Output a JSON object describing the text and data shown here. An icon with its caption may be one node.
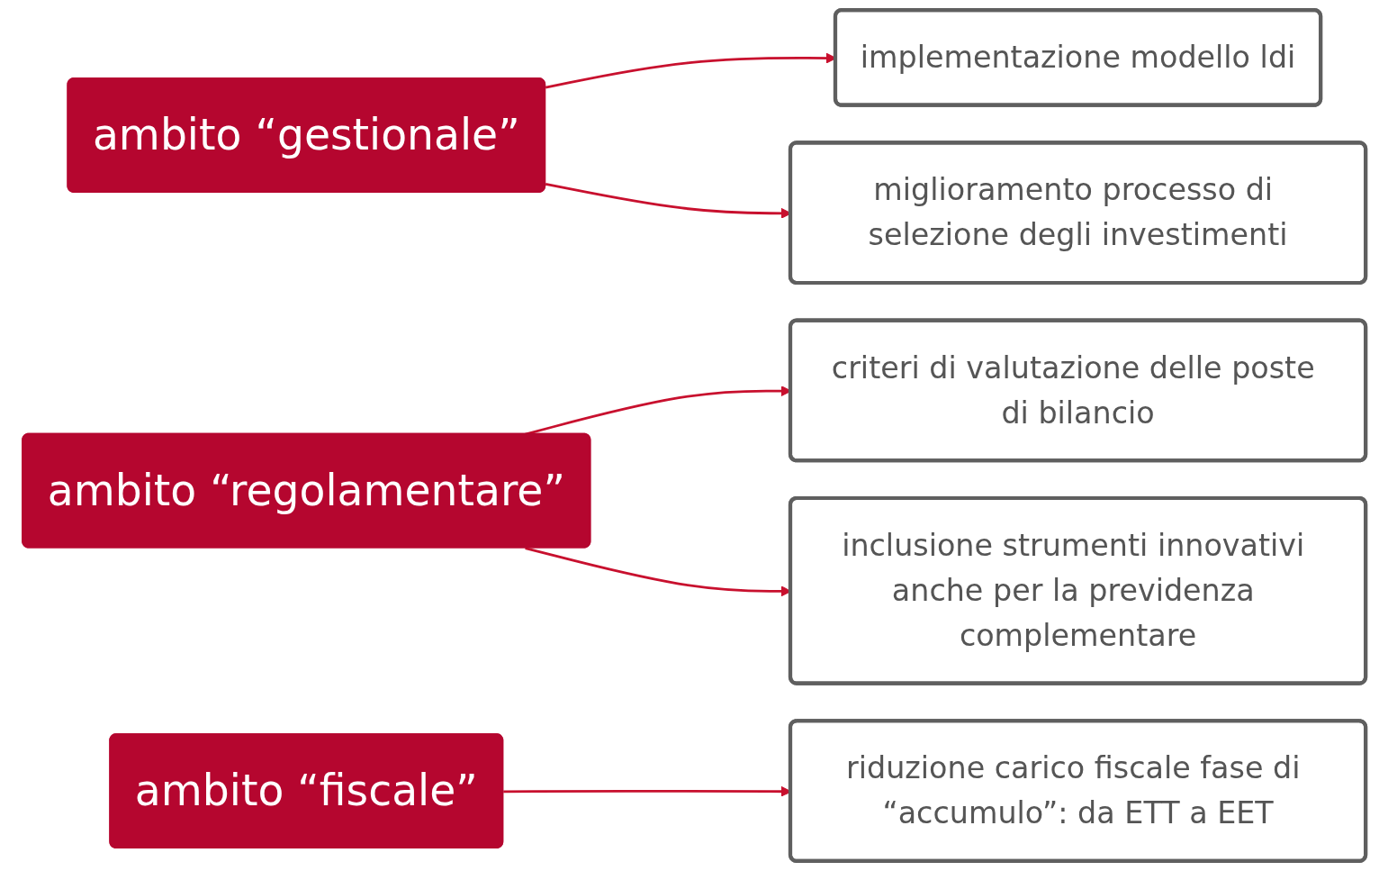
{
  "diagram": {
    "nodes": [
      {
        "text": [
          "ambito “gestionale”"
        ]
      },
      {
        "text": [
          "implementazione modello ldi"
        ]
      },
      {
        "text": [
          "miglioramento processo di selezione degli investimenti"
        ]
      },
      {
        "text": [
          "ambito “regolamentare”"
        ]
      },
      {
        "text": [
          "criteri di valutazione delle poste di bilancio"
        ]
      },
      {
        "text": [
          "inclusione strumenti innovativi anche per la previdenza complementare"
        ]
      },
      {
        "text": [
          "ambito “fiscale”"
        ]
      },
      {
        "text": [
          "riduzione carico fiscale fase di “accumulo”: da ETT a EET"
        ]
      }
    ],
    "edges": [
      {
        "from": 0,
        "to": 1,
        "arrow": "to"
      },
      {
        "from": 0,
        "to": 2,
        "arrow": "to"
      },
      {
        "from": 3,
        "to": 4,
        "arrow": "to"
      },
      {
        "from": 3,
        "to": 5,
        "arrow": "to"
      },
      {
        "from": 6,
        "to": 7,
        "arrow": "to"
      }
    ]
  }
}
